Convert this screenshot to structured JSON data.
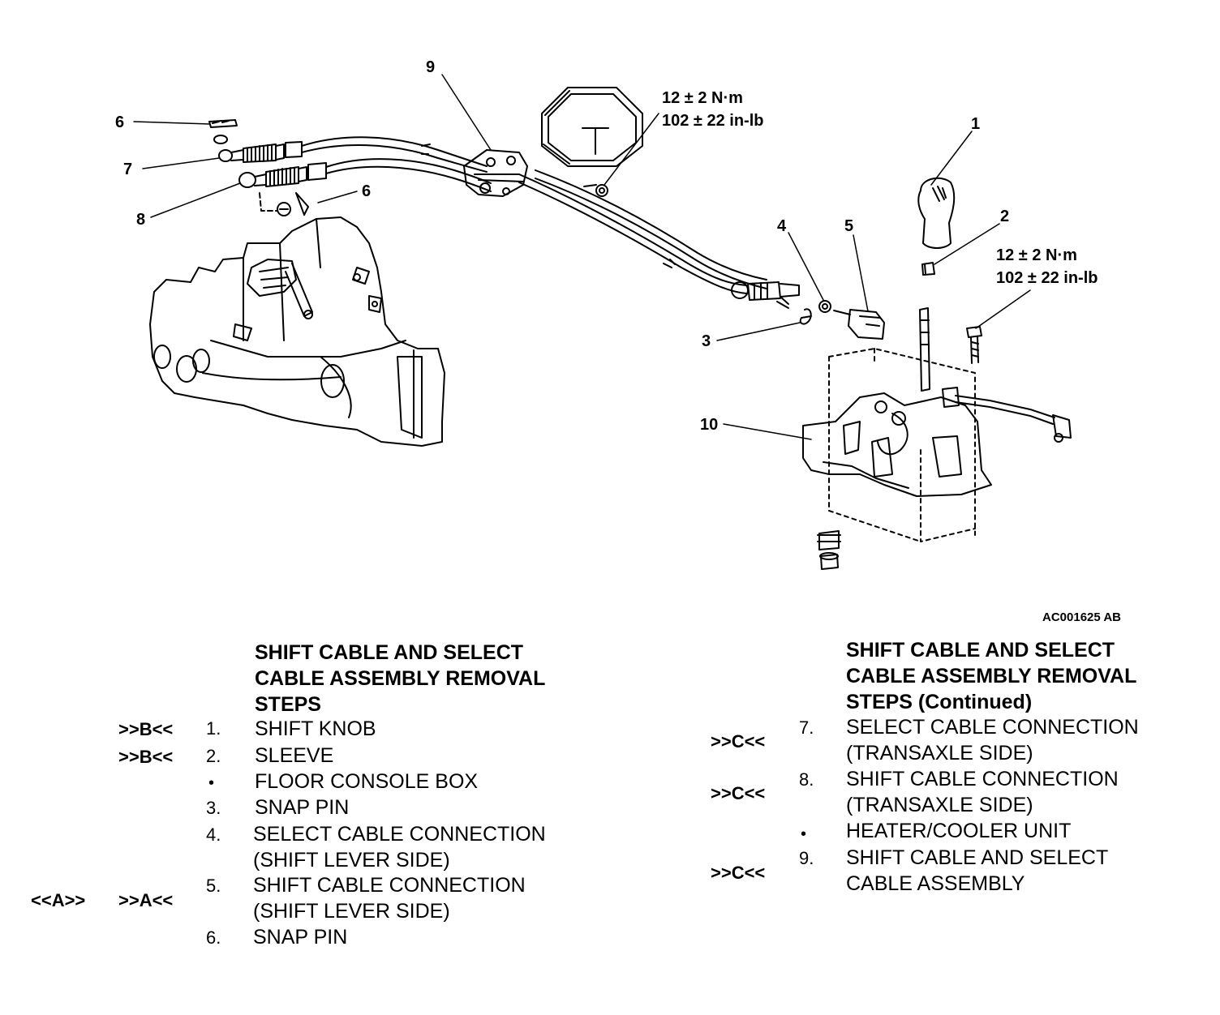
{
  "diagram": {
    "callouts": [
      "1",
      "2",
      "3",
      "4",
      "5",
      "6",
      "6",
      "7",
      "8",
      "9",
      "10"
    ],
    "torque_top": {
      "line1": "12 ± 2 N·m",
      "line2": "102 ± 22 in-lb"
    },
    "torque_right": {
      "line1": "12 ± 2 N·m",
      "line2": "102 ± 22 in-lb"
    },
    "figure_ref": "AC001625 AB"
  },
  "left_column": {
    "heading": [
      "SHIFT CABLE AND SELECT",
      "CABLE ASSEMBLY REMOVAL",
      "STEPS"
    ],
    "steps": [
      {
        "install_code": "",
        "removal_code": ">>B<<",
        "number": "1.",
        "lines": [
          "SHIFT KNOB"
        ]
      },
      {
        "install_code": "",
        "removal_code": ">>B<<",
        "number": "2.",
        "lines": [
          "SLEEVE"
        ]
      },
      {
        "install_code": "",
        "removal_code": "",
        "number": "•",
        "lines": [
          "FLOOR CONSOLE BOX"
        ]
      },
      {
        "install_code": "",
        "removal_code": "",
        "number": "3.",
        "lines": [
          "SNAP PIN"
        ]
      },
      {
        "install_code": "",
        "removal_code": "",
        "number": "4.",
        "lines": [
          "SELECT CABLE CONNECTION",
          "(SHIFT LEVER SIDE)"
        ]
      },
      {
        "install_code": "<<A>>",
        "removal_code": ">>A<<",
        "number": "5.",
        "lines": [
          "SHIFT CABLE CONNECTION",
          "(SHIFT LEVER SIDE)"
        ]
      },
      {
        "install_code": "",
        "removal_code": "",
        "number": "6.",
        "lines": [
          "SNAP PIN"
        ]
      }
    ]
  },
  "right_column": {
    "heading": [
      "SHIFT CABLE AND SELECT",
      "CABLE ASSEMBLY REMOVAL",
      "STEPS (Continued)"
    ],
    "steps": [
      {
        "removal_code": ">>C<<",
        "number": "7.",
        "lines": [
          "SELECT CABLE CONNECTION",
          "(TRANSAXLE SIDE)"
        ]
      },
      {
        "removal_code": ">>C<<",
        "number": "8.",
        "lines": [
          "SHIFT CABLE CONNECTION",
          "(TRANSAXLE SIDE)"
        ]
      },
      {
        "removal_code": "",
        "number": "•",
        "lines": [
          "HEATER/COOLER UNIT"
        ]
      },
      {
        "removal_code": ">>C<<",
        "number": "9.",
        "lines": [
          "SHIFT CABLE AND SELECT",
          "CABLE ASSEMBLY"
        ]
      }
    ]
  }
}
